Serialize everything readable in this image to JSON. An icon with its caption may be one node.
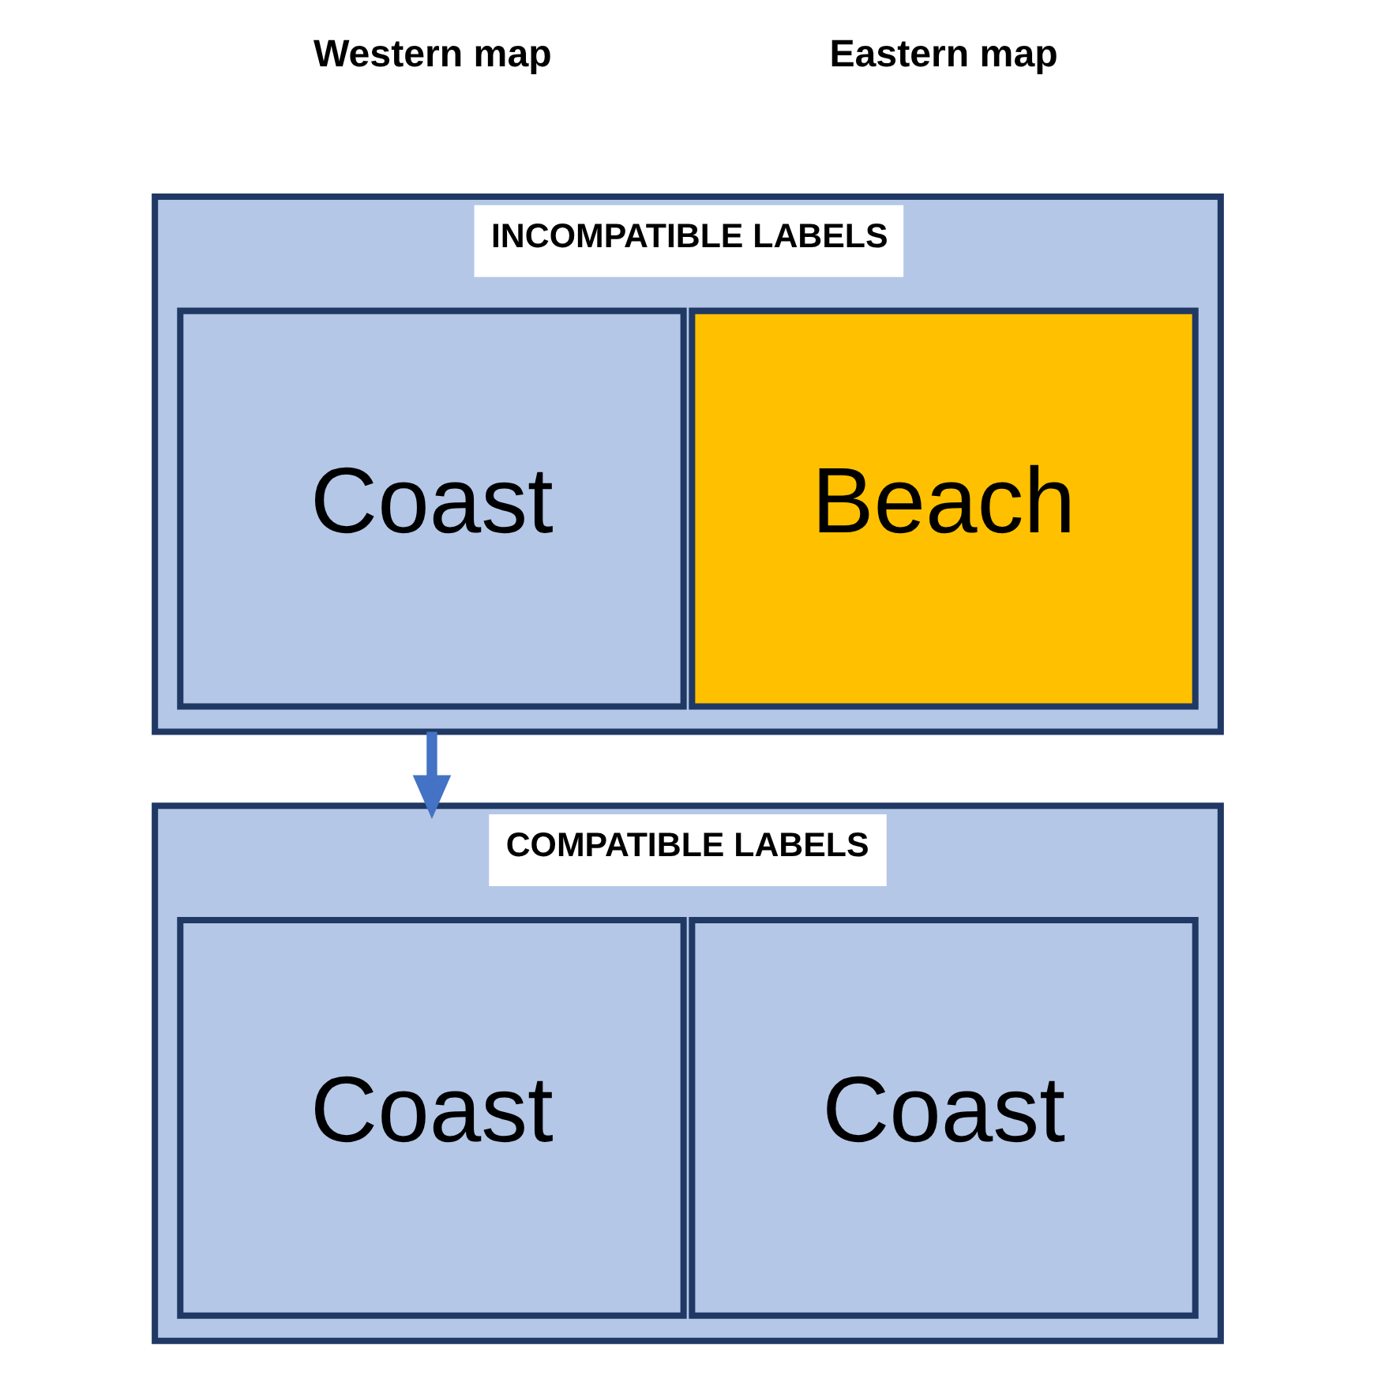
{
  "diagram": {
    "nodes": [
      {
        "text": [
          "INCOMPATIBLE LABELS"
        ]
      },
      {
        "text": [
          "Coast"
        ],
        "in": 0
      },
      {
        "text": [
          "Beach"
        ],
        "in": 0
      },
      {
        "text": [
          "COMPATIBLE LABELS"
        ]
      },
      {
        "text": [
          "Coast"
        ],
        "in": 3
      },
      {
        "text": [
          "Coast"
        ],
        "in": 3
      }
    ],
    "edges": [
      {
        "from": 0,
        "to": 3,
        "arrow": "to"
      }
    ],
    "labels": [
      "Western map",
      "Eastern map"
    ]
  }
}
